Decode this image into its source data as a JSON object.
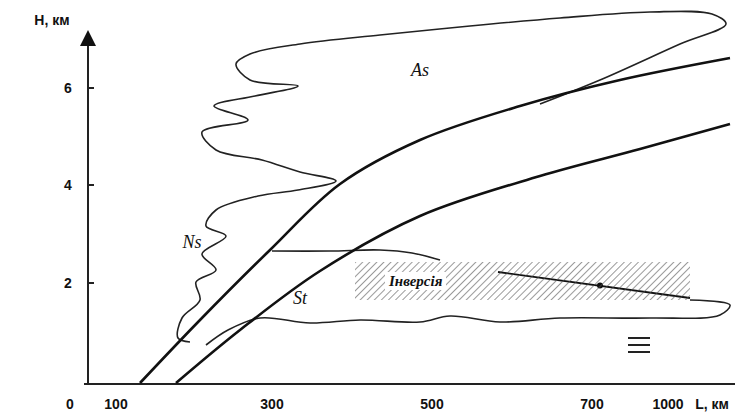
{
  "diagram": {
    "nodes": [
      {
        "text": [
          "Інверсія"
        ]
      }
    ],
    "labels": [
      "H, км",
      "6",
      "4",
      "2",
      "0",
      "100",
      "300",
      "500",
      "700",
      "1000",
      "L, км",
      "As",
      "Ns",
      "St"
    ]
  }
}
